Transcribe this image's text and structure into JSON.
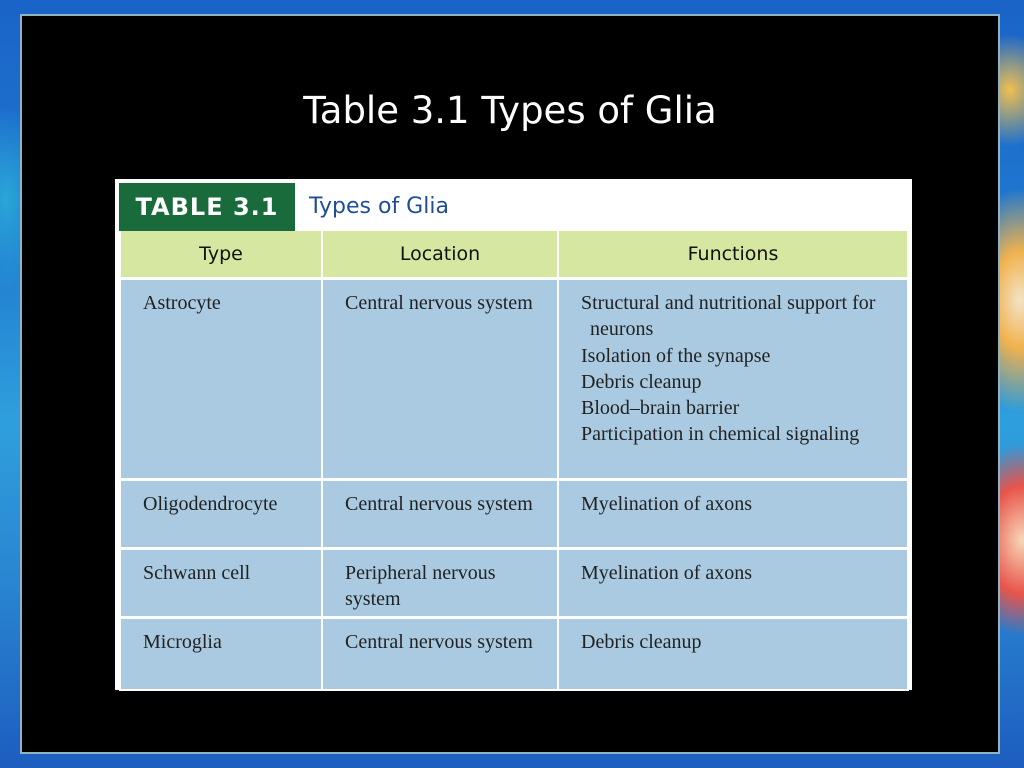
{
  "slide": {
    "title": "Table 3.1 Types of Glia"
  },
  "table": {
    "tag": "TABLE 3.1",
    "caption": "Types of Glia",
    "headers": [
      "Type",
      "Location",
      "Functions"
    ],
    "rows": [
      {
        "type": "Astrocyte",
        "location": "Central nervous system",
        "functions": [
          "Structural and nutritional support for neurons",
          "Isolation of the synapse",
          "Debris cleanup",
          "Blood–brain barrier",
          "Participation in chemical signaling"
        ]
      },
      {
        "type": "Oligodendrocyte",
        "location": "Central nervous system",
        "functions": [
          "Myelination of axons"
        ]
      },
      {
        "type": "Schwann cell",
        "location": "Peripheral nervous system",
        "functions": [
          "Myelination of axons"
        ]
      },
      {
        "type": "Microglia",
        "location": "Central nervous system",
        "functions": [
          "Debris cleanup"
        ]
      }
    ]
  },
  "colors": {
    "tag_green": "#1a6b3c",
    "caption_blue": "#1f4e96",
    "header_green": "#d6e7a2",
    "cell_blue": "#a9cae0"
  }
}
